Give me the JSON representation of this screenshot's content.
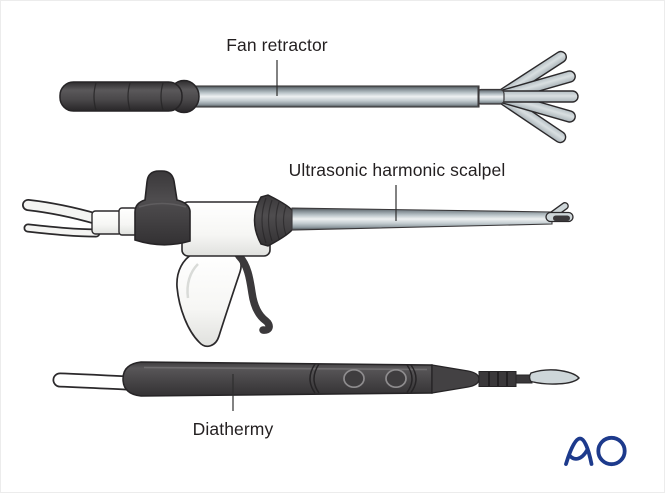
{
  "illustration": {
    "background": "#ffffff",
    "labels": {
      "fan_retractor": "Fan retractor",
      "ultrasonic_scalpel": "Ultrasonic harmonic scalpel",
      "diathermy": "Diathermy"
    },
    "logo": {
      "text": "AO",
      "color": "#1d3a8c"
    },
    "colors": {
      "label_text": "#231f20",
      "outline": "#2b292b",
      "dark_part": "#474447",
      "metal_mid": "#9ba7ad",
      "metal_light": "#eef1f2",
      "white_body": "#f8f8f6",
      "leader_line": "#2e2e2e"
    }
  }
}
